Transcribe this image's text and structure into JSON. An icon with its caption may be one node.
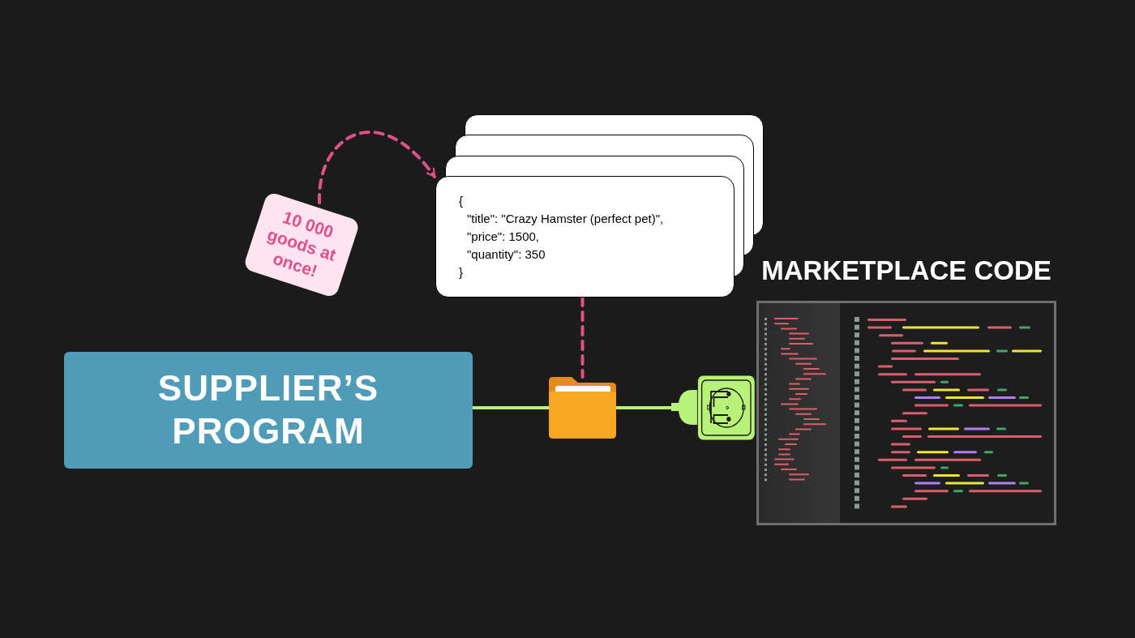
{
  "diagram": {
    "nodes": [
      {
        "text": [
          "SUPPLIER’S PROGRAM"
        ]
      },
      {
        "text": [
          "10 000 goods at once!"
        ]
      },
      {
        "text": [
          "{",
          "\"title\": \"Crazy Hamster (perfect pet)\",",
          "\"price\": 1500,",
          "\"quantity\": 350",
          "}"
        ]
      },
      {
        "text": [],
        "shape": "picture"
      },
      {
        "text": [],
        "shape": "picture"
      },
      {
        "text": [
          "MARKETPLACE CODE"
        ]
      }
    ],
    "edges": [
      {
        "from": 0,
        "to": 3,
        "arrow": "none",
        "color": "#b8f27a"
      },
      {
        "from": 3,
        "to": 4,
        "arrow": "none",
        "color": "#b8f27a"
      },
      {
        "from": 2,
        "to": 3,
        "arrow": "none",
        "style": "dashed",
        "color": "#e0508a"
      },
      {
        "from": 1,
        "to": 2,
        "arrow": "to",
        "style": "dashed",
        "color": "#e0508a"
      }
    ]
  }
}
